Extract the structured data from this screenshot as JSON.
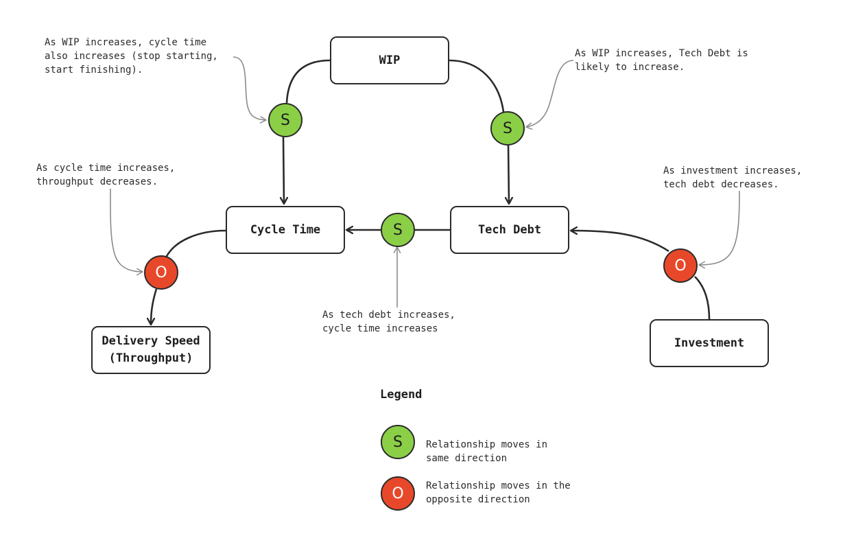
{
  "nodes": {
    "wip": "WIP",
    "cycle_time": "Cycle Time",
    "tech_debt": "Tech Debt",
    "delivery_speed": "Delivery Speed\n(Throughput)",
    "investment": "Investment"
  },
  "badges": {
    "same": "S",
    "opposite": "O"
  },
  "annotations": {
    "wip_cycle": "As WIP increases, cycle time\nalso increases (stop starting,\nstart finishing).",
    "wip_debt": "As WIP increases, Tech Debt is\nlikely to increase.",
    "cycle_throughput": "As cycle time increases,\nthroughput decreases.",
    "investment_debt": "As investment increases,\ntech debt decreases.",
    "debt_cycle": "As tech debt increases,\ncycle time increases"
  },
  "legend": {
    "title": "Legend",
    "same_text": "Relationship moves in\nsame direction",
    "opposite_text": "Relationship moves in the\nopposite direction"
  },
  "colors": {
    "same": "#8bcf47",
    "opposite": "#e8482a",
    "stroke": "#2a2a2a",
    "annotation_arrow": "#8a8a8a"
  }
}
